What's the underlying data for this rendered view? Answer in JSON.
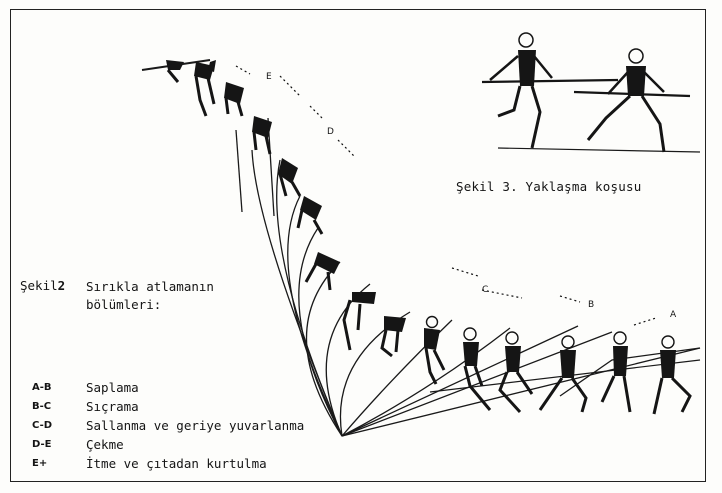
{
  "figure3": {
    "caption": "Şekil 3. Yaklaşma koşusu"
  },
  "figure2": {
    "label_prefix": "Şekil",
    "label_num": "2",
    "title": "Sırıkla atlamanın\nbölümleri:",
    "phase_markers": [
      "A",
      "B",
      "C",
      "D",
      "E"
    ],
    "phases": [
      {
        "code": "A-B",
        "text": "Saplama"
      },
      {
        "code": "B-C",
        "text": "Sıçrama"
      },
      {
        "code": "C-D",
        "text": "Sallanma ve geriye yuvarlanma"
      },
      {
        "code": "D-E",
        "text": "Çekme"
      },
      {
        "code": "E+",
        "text": "İtme ve çıtadan kurtulma"
      }
    ]
  }
}
